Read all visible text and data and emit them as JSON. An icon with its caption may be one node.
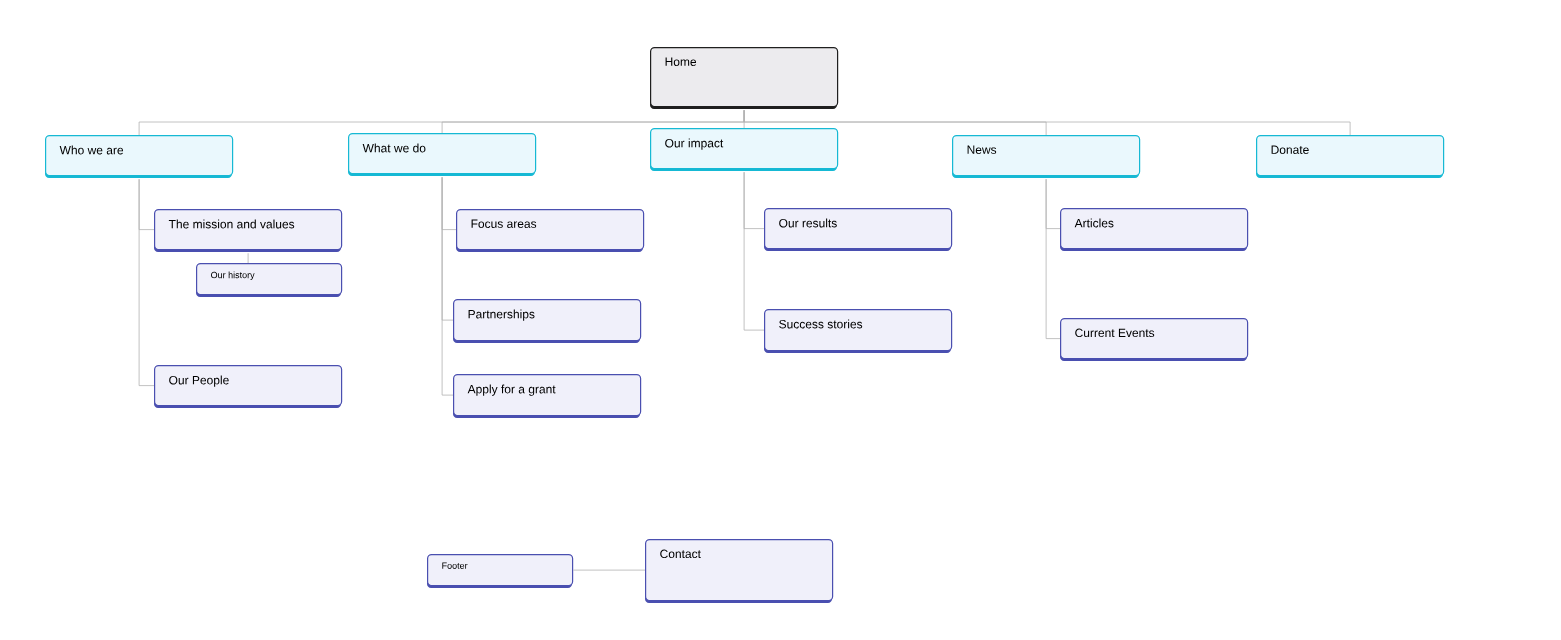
{
  "diagram": {
    "nodes": [
      {
        "text": [
          "Home"
        ]
      },
      {
        "text": [
          "Who we are"
        ]
      },
      {
        "text": [
          "What we do"
        ]
      },
      {
        "text": [
          "Our impact"
        ]
      },
      {
        "text": [
          "News"
        ]
      },
      {
        "text": [
          "Donate"
        ]
      },
      {
        "text": [
          "The mission and values"
        ]
      },
      {
        "text": [
          "Our history"
        ]
      },
      {
        "text": [
          "Our People"
        ]
      },
      {
        "text": [
          "Focus areas"
        ]
      },
      {
        "text": [
          "Partnerships"
        ]
      },
      {
        "text": [
          "Apply for a grant"
        ]
      },
      {
        "text": [
          "Our results"
        ]
      },
      {
        "text": [
          "Success stories"
        ]
      },
      {
        "text": [
          "Articles"
        ]
      },
      {
        "text": [
          "Current Events"
        ]
      },
      {
        "text": [
          "Footer"
        ]
      },
      {
        "text": [
          "Contact"
        ]
      }
    ],
    "edges": [
      {
        "from": 0,
        "to": 1,
        "arrow": "none"
      },
      {
        "from": 0,
        "to": 2,
        "arrow": "none"
      },
      {
        "from": 0,
        "to": 3,
        "arrow": "none"
      },
      {
        "from": 0,
        "to": 4,
        "arrow": "none"
      },
      {
        "from": 0,
        "to": 5,
        "arrow": "none"
      },
      {
        "from": 1,
        "to": 6,
        "arrow": "none"
      },
      {
        "from": 6,
        "to": 7,
        "arrow": "none"
      },
      {
        "from": 1,
        "to": 8,
        "arrow": "none"
      },
      {
        "from": 2,
        "to": 9,
        "arrow": "none"
      },
      {
        "from": 2,
        "to": 10,
        "arrow": "none"
      },
      {
        "from": 2,
        "to": 11,
        "arrow": "none"
      },
      {
        "from": 3,
        "to": 12,
        "arrow": "none"
      },
      {
        "from": 3,
        "to": 13,
        "arrow": "none"
      },
      {
        "from": 4,
        "to": 14,
        "arrow": "none"
      },
      {
        "from": 4,
        "to": 15,
        "arrow": "none"
      },
      {
        "from": 16,
        "to": 17,
        "arrow": "none"
      }
    ]
  }
}
